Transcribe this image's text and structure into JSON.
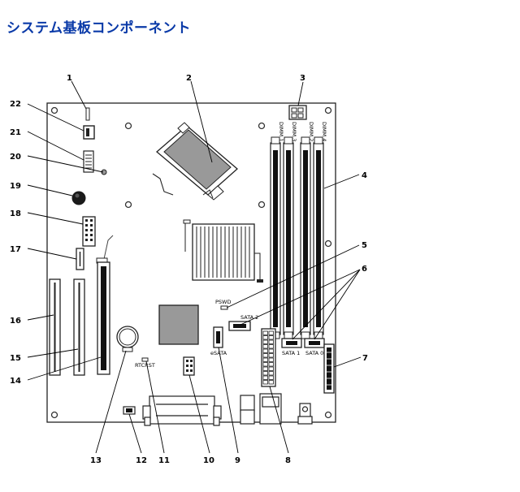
{
  "page": {
    "title": "システム基板コンポーネント"
  },
  "diagram": {
    "labels": {
      "dimm1": "DIMM 1",
      "dimm2": "DIMM 2",
      "dimm3": "DIMM 3",
      "dimm4": "DIMM 4",
      "psw": "PSWD",
      "sata0": "SATA 0",
      "sata1": "SATA 1",
      "sata2": "SATA 2",
      "esata": "eSATA",
      "rtcrst": "RTCRST"
    },
    "callouts": [
      {
        "num": "1"
      },
      {
        "num": "2"
      },
      {
        "num": "3"
      },
      {
        "num": "4"
      },
      {
        "num": "5"
      },
      {
        "num": "6"
      },
      {
        "num": "7"
      },
      {
        "num": "8"
      },
      {
        "num": "9"
      },
      {
        "num": "10"
      },
      {
        "num": "11"
      },
      {
        "num": "12"
      },
      {
        "num": "13"
      },
      {
        "num": "14"
      },
      {
        "num": "15"
      },
      {
        "num": "16"
      },
      {
        "num": "17"
      },
      {
        "num": "18"
      },
      {
        "num": "19"
      },
      {
        "num": "20"
      },
      {
        "num": "21"
      },
      {
        "num": "22"
      }
    ]
  }
}
